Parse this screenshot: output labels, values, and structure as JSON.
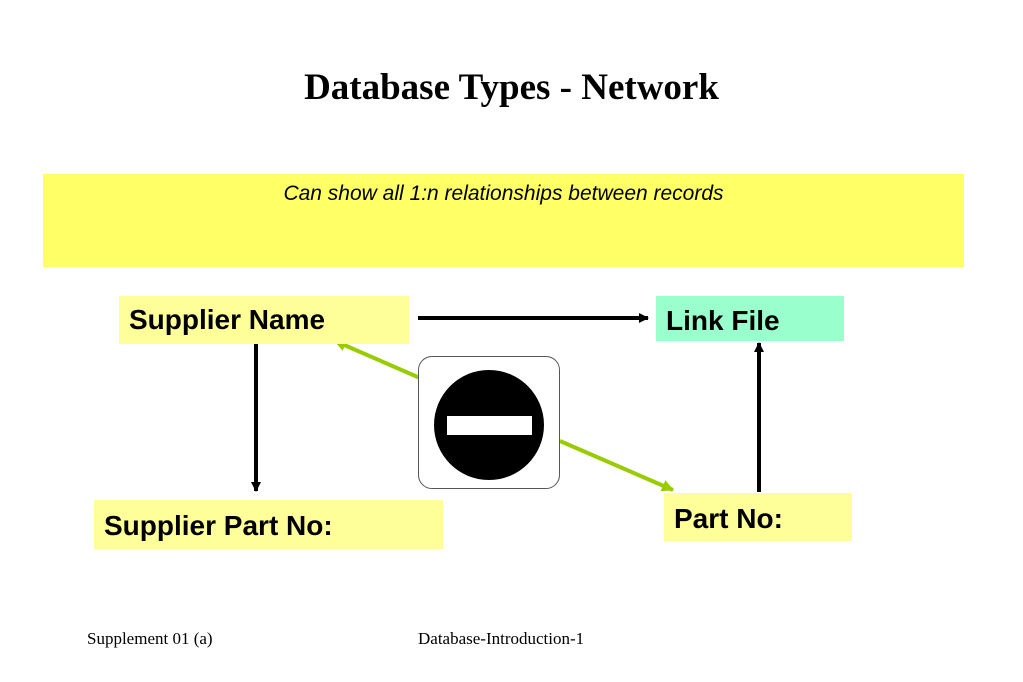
{
  "slide": {
    "title": "Database Types - Network",
    "banner_text": "Can show all 1:n relationships between records"
  },
  "diagram": {
    "nodes": {
      "supplier_name": "Supplier Name",
      "link_file": "Link File",
      "supplier_part_no": "Supplier Part No:",
      "part_no": "Part No:"
    },
    "icons": {
      "blocked_relationship": "no-entry-icon"
    },
    "colors": {
      "banner": "#ffff66",
      "record_box": "#ffff99",
      "link_box": "#99ffcc",
      "arrow": "#000000",
      "blocked_arrow": "#99cc00"
    }
  },
  "footer": {
    "left": "Supplement 01 (a)",
    "center": "Database-Introduction-1"
  }
}
